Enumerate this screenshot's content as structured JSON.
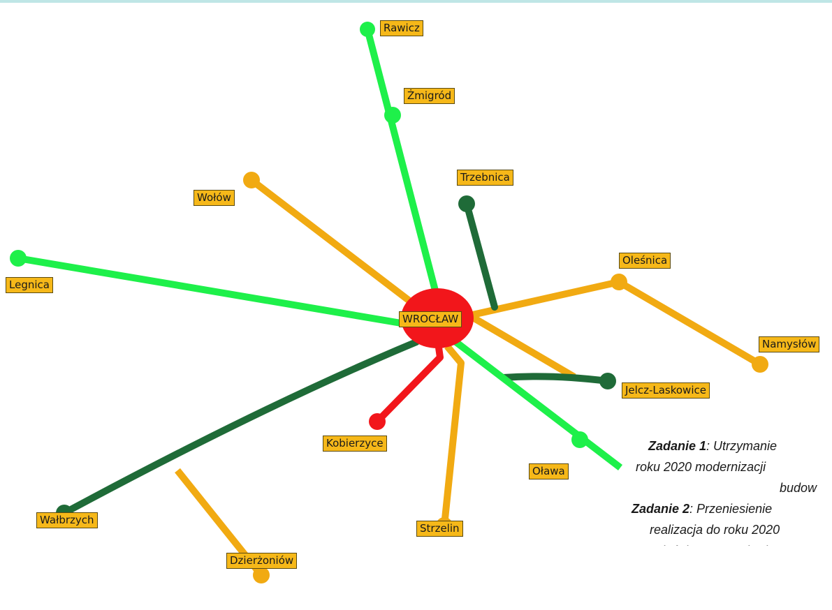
{
  "colors": {
    "light_green": "#1ef04a",
    "dark_green": "#1f6b38",
    "orange": "#f1aa12",
    "red": "#f2161b",
    "label_bg": "#f6b819"
  },
  "center": {
    "label": "WROCŁAW"
  },
  "towns": {
    "rawicz": "Rawicz",
    "zmigrod": "Żmigród",
    "trzebnica": "Trzebnica",
    "wolow": "Wołów",
    "olesnica": "Oleśnica",
    "legnica": "Legnica",
    "namyslow": "Namysłów",
    "jelcz": "Jelcz-Laskowice",
    "kobierzyce": "Kobierzyce",
    "olawa": "Oława",
    "walbrzych": "Wałbrzych",
    "strzelin": "Strzelin",
    "dzierzoniow": "Dzierżoniów"
  },
  "notes": [
    {
      "title": "Zadanie 1",
      "line1": ":  Utrzymanie",
      "line2": "roku 2020 modernizacji",
      "line3": "budow"
    },
    {
      "title": "Zadanie 2",
      "line1": ": Przeniesienie",
      "line2": "realizacja do roku 2020",
      "line3": "Oleśnicy, wraz z budo"
    }
  ]
}
